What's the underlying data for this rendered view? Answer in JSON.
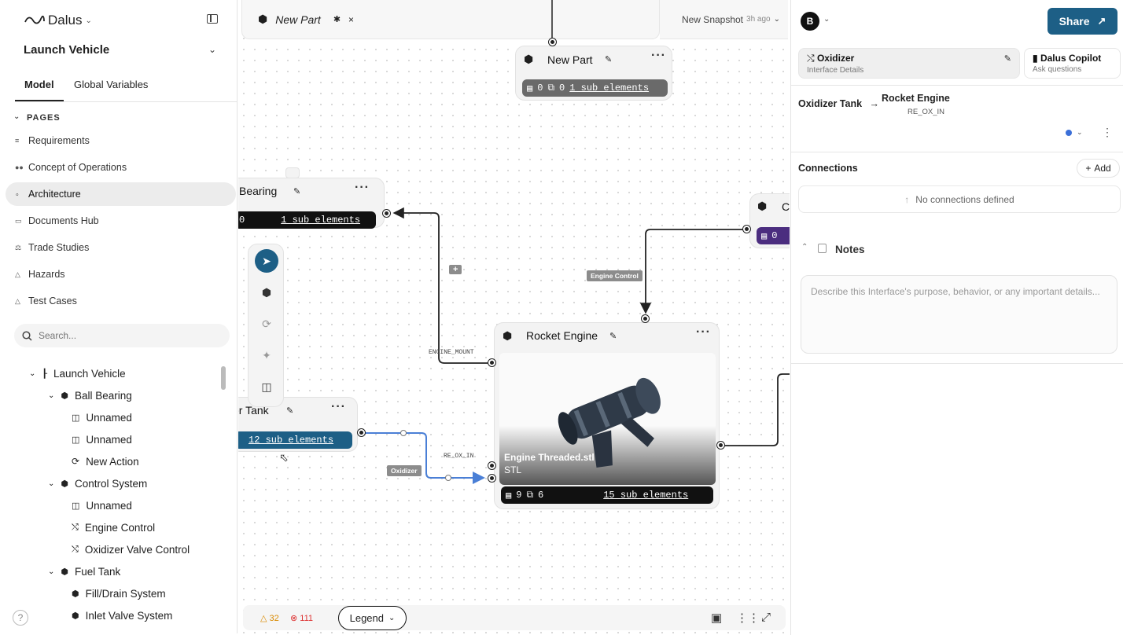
{
  "sidebar": {
    "brand": "Dalus",
    "project": "Launch Vehicle",
    "tabs": [
      "Model",
      "Global Variables"
    ],
    "section": "PAGES",
    "pages": [
      "Requirements",
      "Concept of Operations",
      "Architecture",
      "Documents Hub",
      "Trade Studies",
      "Hazards",
      "Test Cases"
    ],
    "active_page": "Architecture",
    "search_placeholder": "Search...",
    "tree": [
      {
        "label": "Launch Vehicle",
        "icon": "hierarchy-icon"
      },
      {
        "label": "Ball Bearing",
        "icon": "cube-icon"
      },
      {
        "label": "Unnamed",
        "icon": "doc-icon"
      },
      {
        "label": "Unnamed",
        "icon": "doc-icon"
      },
      {
        "label": "New Action",
        "icon": "refresh-icon"
      },
      {
        "label": "Control System",
        "icon": "cube-icon"
      },
      {
        "label": "Unnamed",
        "icon": "doc-icon"
      },
      {
        "label": "Engine Control",
        "icon": "interface-icon"
      },
      {
        "label": "Oxidizer Valve Control",
        "icon": "interface-icon"
      },
      {
        "label": "Fuel Tank",
        "icon": "cube-icon"
      },
      {
        "label": "Fill/Drain System",
        "icon": "cube-icon"
      },
      {
        "label": "Inlet Valve System",
        "icon": "cube-icon"
      }
    ],
    "help": "?"
  },
  "canvas": {
    "tab_title": "New Part",
    "snapshot_label": "New Snapshot",
    "snapshot_time": "3h ago",
    "nodes": {
      "new_part": {
        "title": "New Part",
        "req": "0",
        "copies": "0",
        "sub": "1 sub elements"
      },
      "bearing": {
        "title": "Bearing",
        "req": "0",
        "sub": "1 sub elements"
      },
      "tank": {
        "title": "er Tank",
        "sub": "12 sub elements"
      },
      "rocket": {
        "title": "Rocket Engine",
        "file": "Engine Threaded.stl",
        "filetype": "STL",
        "req": "9",
        "copies": "6",
        "sub": "15 sub elements"
      },
      "control": {
        "title": "C",
        "req": "0"
      }
    },
    "edge_labels": {
      "engine_control": "Engine Control",
      "oxidizer": "Oxidizer",
      "add": "+"
    },
    "port_labels": {
      "engine_mount": "ENGINE_MOUNT",
      "re_ox_in": "RE_OX_IN"
    },
    "warnings": "32",
    "errors": "111",
    "legend": "Legend"
  },
  "panel": {
    "avatar": "B",
    "share": "Share",
    "tabs": [
      {
        "title": "Oxidizer",
        "sub": "Interface Details"
      },
      {
        "title": "Dalus Copilot",
        "sub": "Ask questions"
      }
    ],
    "path_from": "Oxidizer Tank",
    "path_to": "Rocket Engine",
    "path_port": "RE_OX_IN",
    "connections_title": "Connections",
    "add_label": "Add",
    "no_connections": "No connections defined",
    "notes_title": "Notes",
    "notes_placeholder": "Describe this Interface's purpose, behavior, or any important details...",
    "status_color": "#3b6fd8"
  },
  "colors": {
    "accent": "#1d5f86",
    "edge_selected": "#4a7fd6"
  }
}
